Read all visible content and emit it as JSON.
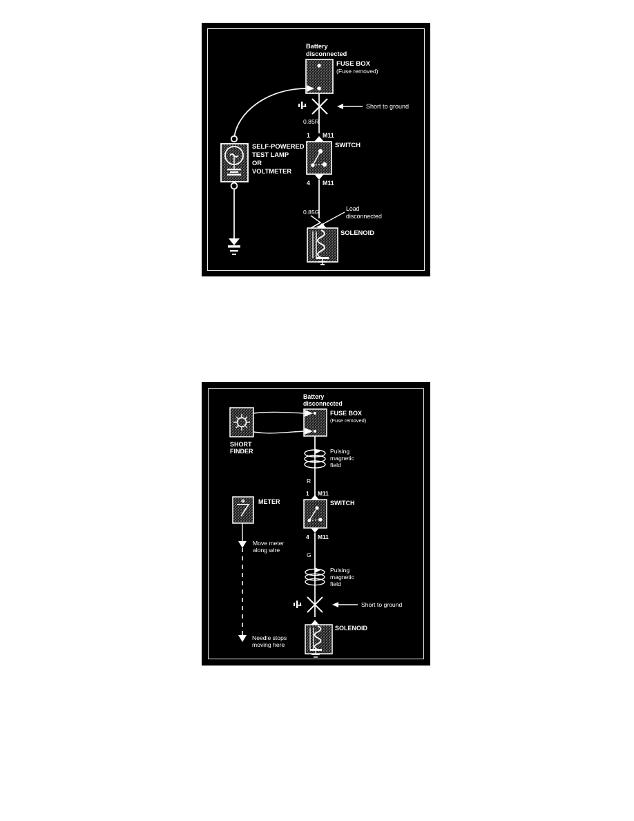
{
  "page": {
    "background_color": "#ffffff",
    "panel_color": "#000000",
    "line_color": "#ffffff"
  },
  "figures": [
    {
      "id": "figure-1",
      "name": "self-powered-test-lamp-short-test",
      "labels": {
        "battery_disconnected": "Battery\ndisconnected",
        "battery_disconnected_line1": "Battery",
        "battery_disconnected_line2": "disconnected",
        "fuse_box": "FUSE BOX",
        "fuse_removed": "(Fuse removed)",
        "short_to_ground": "Short to ground",
        "wire_top": "0.85R",
        "switch": "SWITCH",
        "terminal_1": "1",
        "circuit_1": "M11",
        "terminal_4": "4",
        "circuit_4": "M11",
        "wire_bottom": "0.85G",
        "load_disconnected_line1": "Load",
        "load_disconnected_line2": "disconnected",
        "solenoid": "SOLENOID",
        "test_lamp_line1": "SELF-POWERED",
        "test_lamp_line2": "TEST LAMP",
        "test_lamp_line3": "OR",
        "test_lamp_line4": "VOLTMETER"
      }
    },
    {
      "id": "figure-2",
      "name": "short-finder-meter-short-test",
      "labels": {
        "battery_disconnected_line1": "Battery",
        "battery_disconnected_line2": "disconnected",
        "fuse_box": "FUSE BOX",
        "fuse_removed": "(Fuse removed)",
        "short_finder_line1": "SHORT",
        "short_finder_line2": "FINDER",
        "pulsing_field_top_line1": "Pulsing",
        "pulsing_field_top_line2": "magnetic",
        "pulsing_field_top_line3": "field",
        "wire_top": "R",
        "terminal_1": "1",
        "circuit_1": "M11",
        "switch": "SWITCH",
        "terminal_4": "4",
        "circuit_4": "M11",
        "wire_bottom": "G",
        "pulsing_field_bottom_line1": "Pulsing",
        "pulsing_field_bottom_line2": "magnetic",
        "pulsing_field_bottom_line3": "field",
        "meter": "METER",
        "move_meter_line1": "Move meter",
        "move_meter_line2": "along wire",
        "needle_stops_line1": "Needle stops",
        "needle_stops_line2": "moving here",
        "short_to_ground": "Short to ground",
        "solenoid": "SOLENOID"
      }
    }
  ]
}
